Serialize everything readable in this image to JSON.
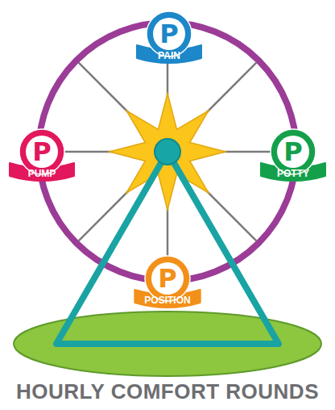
{
  "diagram": {
    "title": "HOURLY COMFORT ROUNDS",
    "nodes": [
      {
        "text": [
          "P",
          "PAIN"
        ]
      },
      {
        "text": [
          "P",
          "PUMP"
        ]
      },
      {
        "text": [
          "P",
          "POTTY"
        ]
      },
      {
        "text": [
          "P",
          "POSITION"
        ]
      }
    ]
  }
}
